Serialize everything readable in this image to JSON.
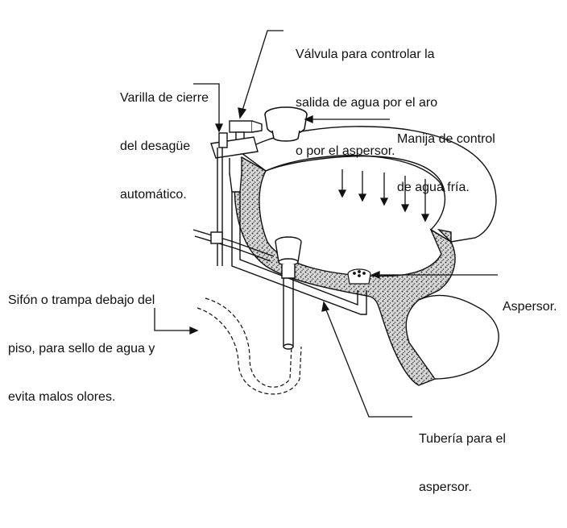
{
  "labels": {
    "valvula": [
      "Válvula para controlar la",
      "salida de agua por el aro",
      "o por el aspersor."
    ],
    "varilla": [
      "Varilla de cierre",
      "del desagüe",
      "automático."
    ],
    "manija": [
      "Manija de control",
      "de agua fría."
    ],
    "sifon": [
      "Sifón o trampa debajo del",
      "piso, para sello de agua y",
      "evita malos olores."
    ],
    "aspersor": [
      "Aspersor."
    ],
    "tuberia": [
      "Tubería para el",
      "aspersor."
    ]
  },
  "colors": {
    "ink": "#111111",
    "porcelain": "#ffffff",
    "section_fill": "#7a7a7a"
  }
}
